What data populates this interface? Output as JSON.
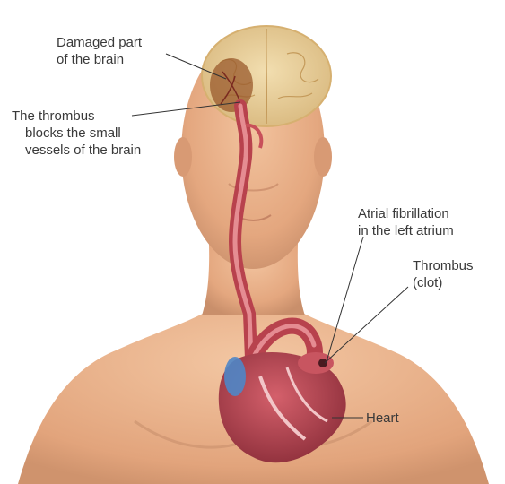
{
  "labels": {
    "damaged_brain": [
      "Damaged part",
      "of the brain"
    ],
    "thrombus_blocks": [
      "The thrombus",
      "blocks the small",
      "vessels of the brain"
    ],
    "atrial_fibrillation": [
      "Atrial fibrillation",
      "in the left atrium"
    ],
    "thrombus_clot": [
      "Thrombus",
      "(clot)"
    ],
    "heart": "Heart"
  },
  "colors": {
    "skin": "#e9b089",
    "skin_shadow": "#c98f6b",
    "brain": "#e8cf9b",
    "damaged_area": "#9a5a2c",
    "artery": "#c8505a",
    "heart_muscle": "#b8404c",
    "vein_blue": "#4f86c6",
    "leader_line": "#333333",
    "label_text": "#3a3a3a"
  }
}
